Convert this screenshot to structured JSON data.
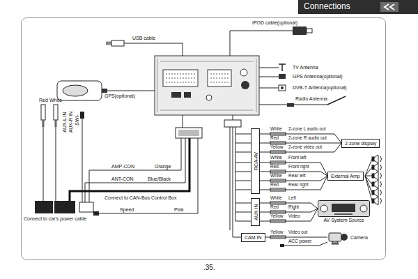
{
  "diagram": {
    "title": "Connections",
    "nodes": [
      {
        "text": [
          "RCA-AV"
        ]
      },
      {
        "text": [
          "2-zone display"
        ]
      },
      {
        "text": [
          "External Amp"
        ]
      },
      {
        "text": [
          "AUX IN"
        ]
      },
      {
        "text": [
          "AV System Source"
        ]
      },
      {
        "text": [
          "CAM IN"
        ]
      },
      {
        "text": [
          "Camera"
        ]
      }
    ],
    "edges": [
      {
        "from": 0,
        "to": 1,
        "arrow": "none"
      },
      {
        "from": 0,
        "to": 2,
        "arrow": "none"
      },
      {
        "from": 3,
        "to": 4,
        "arrow": "none"
      },
      {
        "from": 5,
        "to": 6,
        "arrow": "none"
      }
    ],
    "labels": [
      "USB cable",
      "IPOD cable(optional)",
      "TV Antenna",
      "GPS Antenna(optional)",
      "DVB-T Antenna(optional)",
      "Radio Antenna",
      "GPS(optional)",
      "Red",
      "White",
      "AUX-L IN",
      "AUX-R IN",
      "SWI-",
      "AMP-CON",
      "Orange",
      "ANT-CON",
      "Blue/Black",
      "Connect to CAN-Bus Control Box",
      "Speed",
      "Pink",
      "Connect to car's power cable",
      "White",
      "2-zone L audio out",
      "Red",
      "2-zone R audio out",
      "Yellow",
      "2-zone video out",
      "White",
      "Front left",
      "Red",
      "Front right",
      "White",
      "Rear left",
      "Red",
      "Rear right",
      "White",
      "Left",
      "Red",
      "Right",
      "Yellow",
      "Video",
      "Yellow",
      "Video out",
      "ACC power",
      ".35."
    ]
  }
}
